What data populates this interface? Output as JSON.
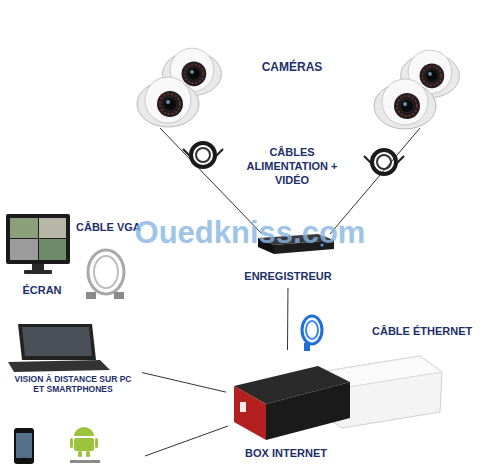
{
  "diagram": {
    "nodes": [
      {
        "text": [
          "ÉCRAN"
        ]
      },
      {
        "text": [
          "ENREGISTREUR"
        ]
      },
      {
        "text": [
          "VISION À DISTANCE SUR PC ET SMARTPHONES"
        ]
      },
      {
        "text": [
          "BOX INTERNET"
        ]
      }
    ],
    "edges": [
      {
        "from": 1,
        "to": 3,
        "arrow": "none"
      },
      {
        "from": 3,
        "to": 2,
        "arrow": "none"
      }
    ],
    "labels": [
      "CAMÉRAS",
      "CÂBLES ALIMENTATION + VIDÉO",
      "CÂBLE VGA",
      "CÂBLE ÉTHERNET",
      "Ouedkniss.com"
    ]
  }
}
